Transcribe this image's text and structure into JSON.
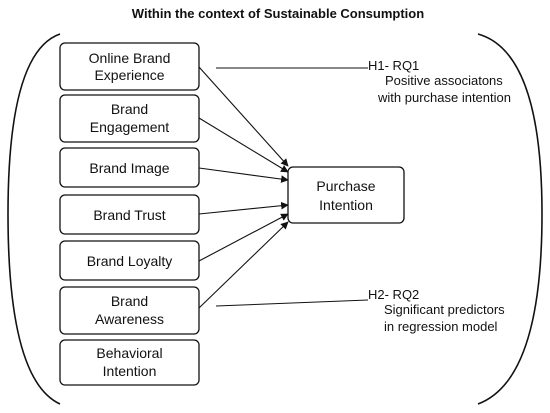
{
  "title": "Within the context of Sustainable Consumption",
  "constructs": [
    {
      "id": "online-brand-experience",
      "lines": [
        "Online Brand",
        "Experience"
      ]
    },
    {
      "id": "brand-engagement",
      "lines": [
        "Brand",
        "Engagement"
      ]
    },
    {
      "id": "brand-image",
      "lines": [
        "Brand Image"
      ]
    },
    {
      "id": "brand-trust",
      "lines": [
        "Brand Trust"
      ]
    },
    {
      "id": "brand-loyalty",
      "lines": [
        "Brand Loyalty"
      ]
    },
    {
      "id": "brand-awareness",
      "lines": [
        "Brand",
        "Awareness"
      ]
    },
    {
      "id": "behavioral-intention",
      "lines": [
        "Behavioral",
        "Intention"
      ]
    }
  ],
  "outcome": {
    "lines": [
      "Purchase",
      "Intention"
    ]
  },
  "hypotheses": [
    {
      "id": "h1",
      "label": "H1- RQ1",
      "description": [
        "Positive associatons",
        "with purchase intention"
      ]
    },
    {
      "id": "h2",
      "label": "H2- RQ2",
      "description": [
        "Significant predictors",
        "in regression model"
      ]
    }
  ],
  "colors": {
    "stroke": "#111111",
    "background": "#ffffff"
  }
}
